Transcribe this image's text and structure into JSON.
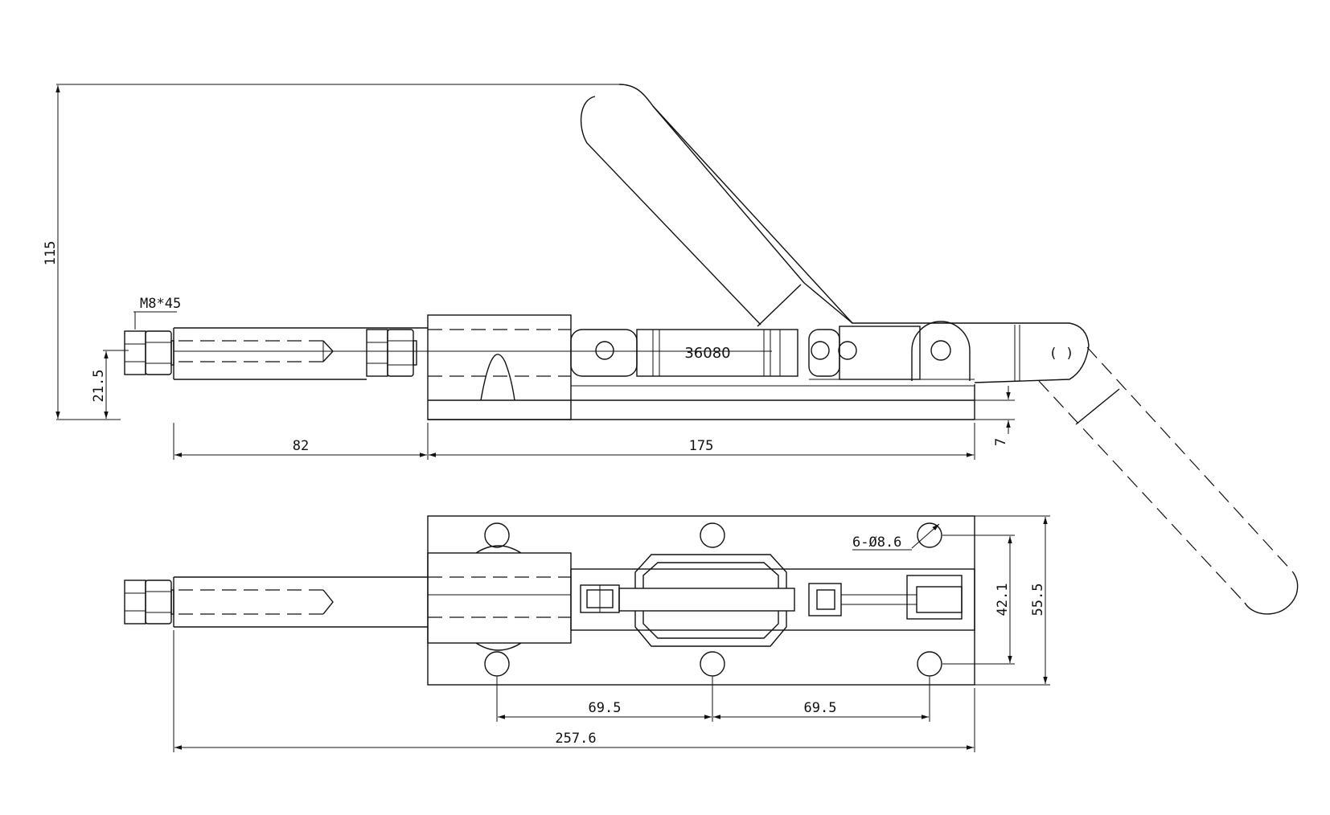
{
  "dimensions": {
    "overall_height": "115",
    "thread_spec": "M8*45",
    "plunger_height": "21.5",
    "plunger_length": "82",
    "base_length": "175",
    "base_thickness": "7",
    "hole_spec": "6-Ø8.6",
    "hole_spacing_vertical": "42.1",
    "base_width": "55.5",
    "hole_spacing_left": "69.5",
    "hole_spacing_right": "69.5",
    "overall_length": "257.6"
  },
  "part_number": "36080",
  "colors": {
    "line": "#111111",
    "background": "#ffffff"
  }
}
